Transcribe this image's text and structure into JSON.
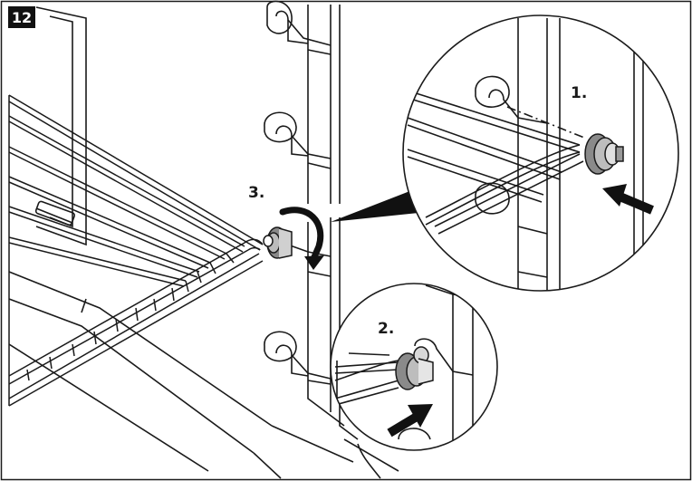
{
  "figure": {
    "number_badge": "12",
    "step_labels": {
      "step1": "1.",
      "step2": "2.",
      "step3": "3."
    }
  },
  "colors": {
    "line": "#1a1a1a",
    "arrow": "#111111",
    "background": "#ffffff",
    "badge": "#111111"
  },
  "icons": {
    "press_arrow": "push-arrow-icon",
    "rotate_arrow": "rotate-arrow-icon"
  }
}
